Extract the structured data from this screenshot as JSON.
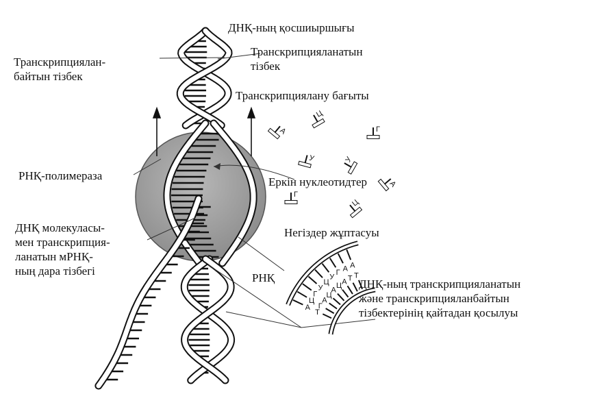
{
  "labels": {
    "helicase": "ДНҚ-ның қосшиыршығы",
    "non_template_line1": "Транскрипциялан-",
    "non_template_line2": "байтын тізбек",
    "template_line1": "Транскрипцияланатын",
    "template_line2": "тізбек",
    "direction": "Транскрипциялану бағыты",
    "polymerase": "РНҚ-полимераза",
    "free_nucleotides": "Еркін нуклеотидтер",
    "base_pairing": "Негіздер жұптасуы",
    "hybrid_line1": "ДНҚ молекуласы-",
    "hybrid_line2": "мен транскрипция-",
    "hybrid_line3": "ланатын мРНҚ-",
    "hybrid_line4": "ның дара тізбегі",
    "rna": "РНҚ",
    "rejoin_line1": "ДНҚ-ның транскрипцияланатын",
    "rejoin_line2": "және транскрипцияланбайтын",
    "rejoin_line3": "тізбектерінің қайтадан қосылуы"
  },
  "free_nucleotide_letters": [
    "А",
    "Ц",
    "У",
    "Г",
    "У",
    "А",
    "Г",
    "Ц"
  ],
  "rna_bases": [
    "А",
    "Ц",
    "Г",
    "У",
    "Ц",
    "У",
    "Г",
    "А",
    "А"
  ],
  "dna_bases": [
    "Т",
    "Г",
    "А",
    "Ц",
    "А",
    "Ц",
    "А",
    "Т",
    "Т"
  ]
}
